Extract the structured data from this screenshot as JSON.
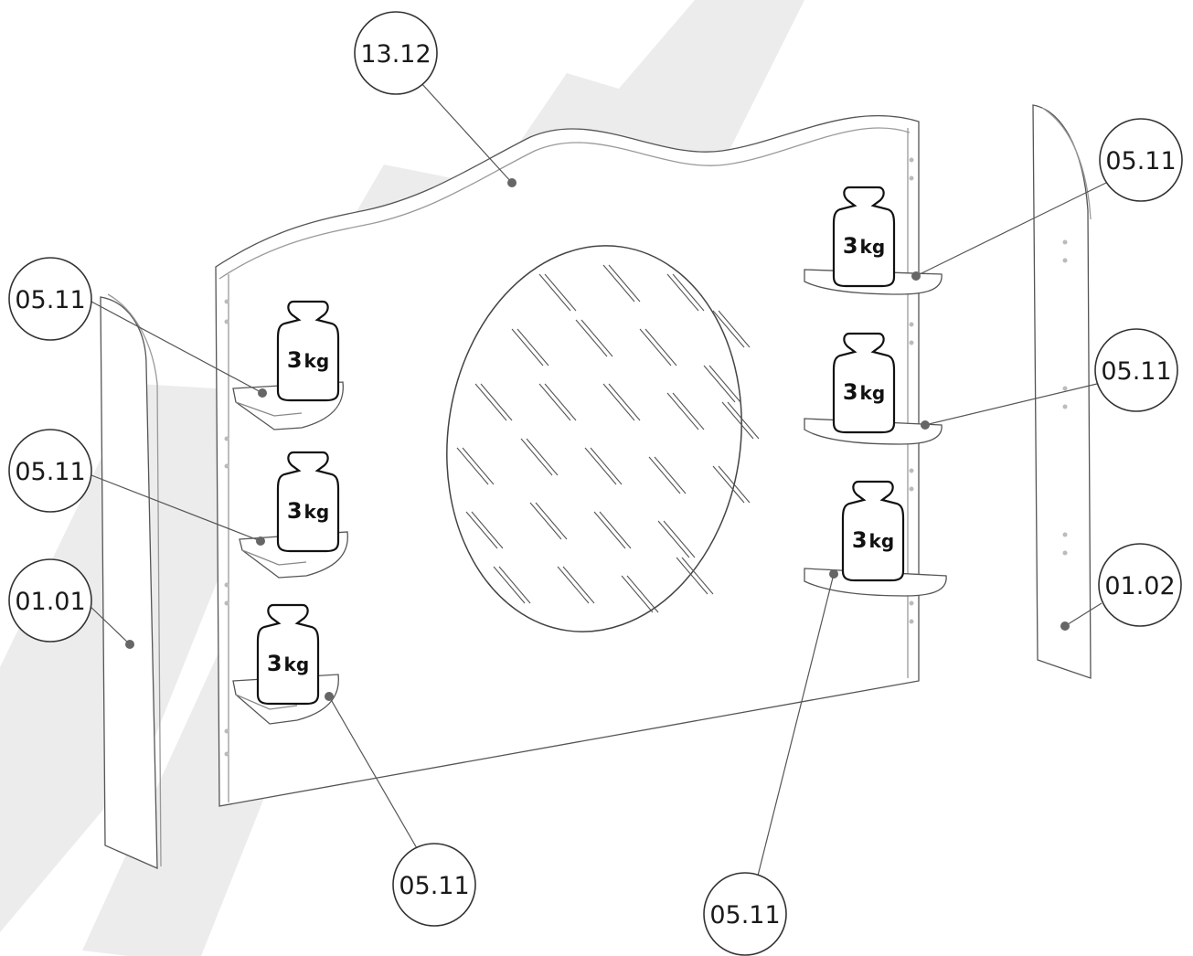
{
  "diagram": {
    "part_labels": {
      "back_panel": "13.12",
      "left_side": "01.01",
      "right_side": "01.02",
      "shelf": "05.11"
    },
    "weight": {
      "value": "3",
      "unit": "kg"
    },
    "colors": {
      "line": "#555555",
      "watermark": "#ececec",
      "callout_border": "#333333"
    }
  }
}
